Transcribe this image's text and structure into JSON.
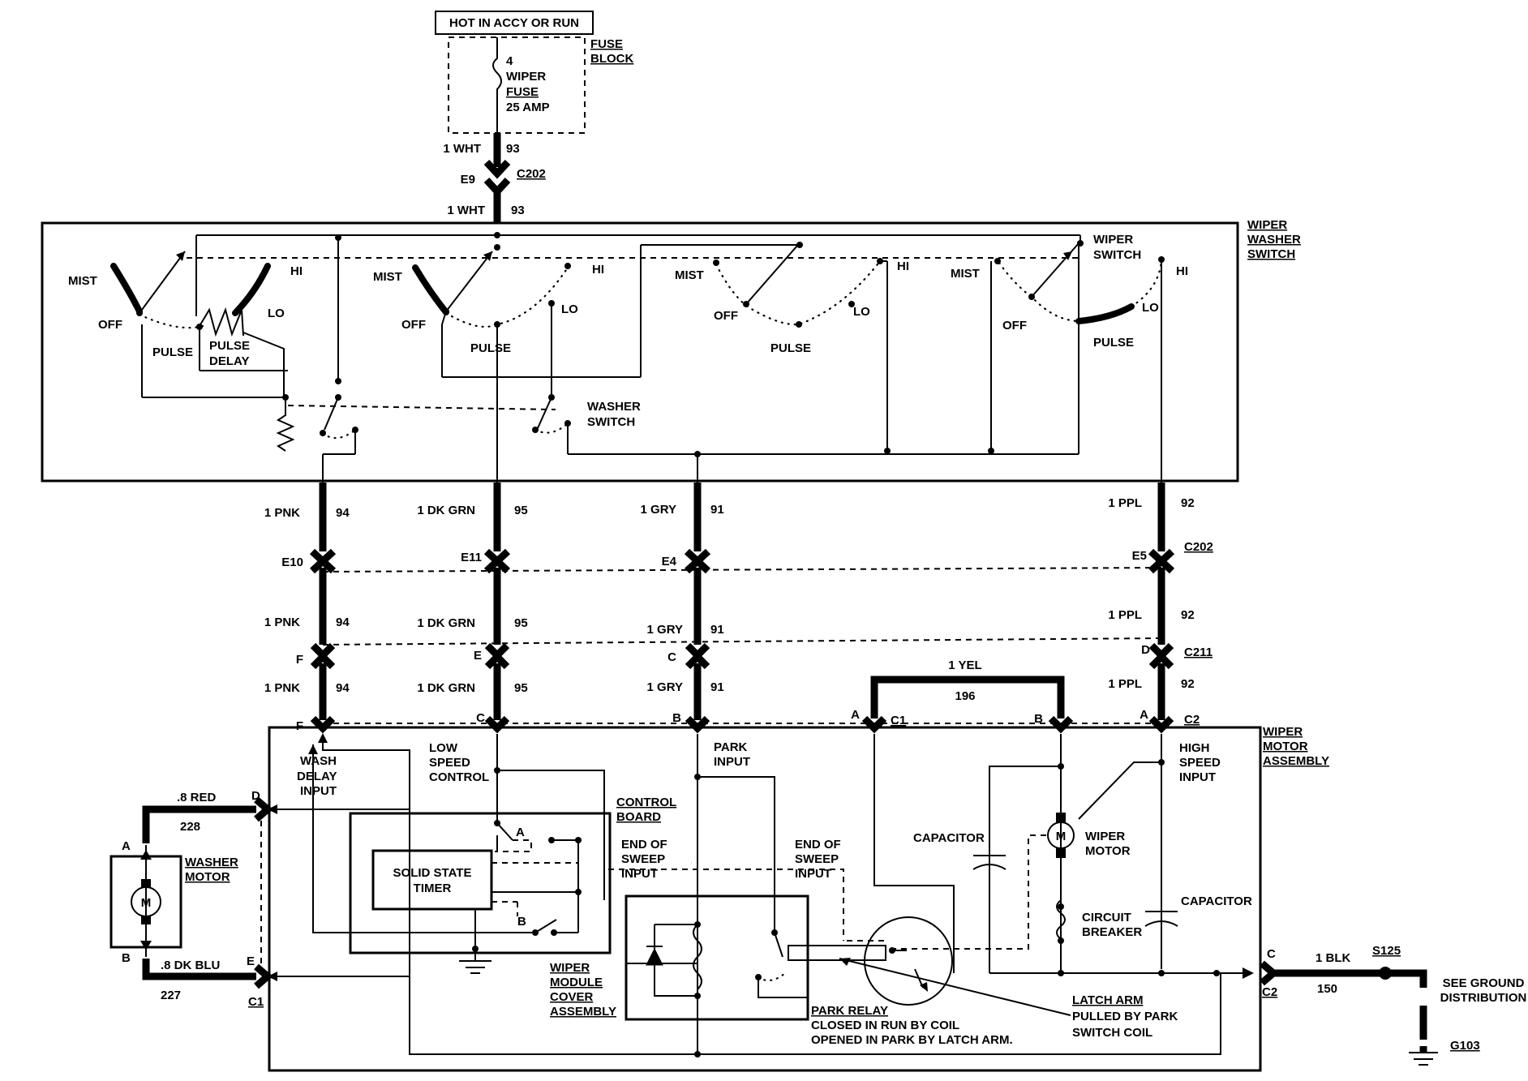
{
  "labels": {
    "hot": "HOT IN ACCY OR RUN",
    "fuse_block_1": "FUSE",
    "fuse_block_2": "BLOCK",
    "fuse_4": "4",
    "fuse_wiper": "WIPER",
    "fuse_fuse": "FUSE",
    "fuse_amp": "25 AMP",
    "w93_top_a": "1 WHT",
    "w93_top_b": "93",
    "e9": "E9",
    "c202_top": "C202",
    "w93_bot_a": "1 WHT",
    "w93_bot_b": "93",
    "wws_1": "WIPER",
    "wws_2": "WASHER",
    "wws_3": "SWITCH",
    "mist1": "MIST",
    "hi1": "HI",
    "off1": "OFF",
    "lo1": "LO",
    "pulse1": "PULSE",
    "pd1": "PULSE",
    "pd2": "DELAY",
    "mist2": "MIST",
    "hi2": "HI",
    "off2": "OFF",
    "lo2": "LO",
    "pulse2": "PULSE",
    "mist3": "MIST",
    "hi3": "HI",
    "off3": "OFF",
    "lo3": "LO",
    "pulse3": "PULSE",
    "mist4": "MIST",
    "hi4": "HI",
    "off4": "OFF",
    "lo4": "LO",
    "pulse4": "PULSE",
    "wiper_switch_1": "WIPER",
    "wiper_switch_2": "SWITCH",
    "washer_switch_1": "WASHER",
    "washer_switch_2": "SWITCH",
    "pnk1": "1 PNK",
    "n94a": "94",
    "dkgrn1": "1 DK GRN",
    "n95a": "95",
    "gry1": "1 GRY",
    "n91a": "91",
    "ppl1": "1 PPL",
    "n92a": "92",
    "e10": "E10",
    "e11": "E11",
    "e4": "E4",
    "e5": "E5",
    "c202_mid": "C202",
    "pnk2": "1 PNK",
    "n94b": "94",
    "dkgrn2": "1 DK GRN",
    "n95b": "95",
    "gry2": "1 GRY",
    "n91b": "91",
    "ppl2": "1 PPL",
    "n92b": "92",
    "cf": "F",
    "ce": "E",
    "cc": "C",
    "cd": "D",
    "c211": "C211",
    "pnk3": "1 PNK",
    "n94c": "94",
    "dkgrn3": "1 DK GRN",
    "n95c": "95",
    "gry3": "1 GRY",
    "n91c": "91",
    "ppl3": "1 PPL",
    "n92c": "92",
    "yel": "1 YEL",
    "n196": "196",
    "c2_f": "F",
    "c2_c": "C",
    "c2_b": "B",
    "c1_a": "A",
    "c1": "C1",
    "c1_b": "B",
    "c2_a": "A",
    "c2": "C2",
    "wma_1": "WIPER",
    "wma_2": "MOTOR",
    "wma_3": "ASSEMBLY",
    "wash_1": "WASH",
    "wash_2": "DELAY",
    "wash_3": "INPUT",
    "low_1": "LOW",
    "low_2": "SPEED",
    "low_3": "CONTROL",
    "park_1": "PARK",
    "park_2": "INPUT",
    "high_1": "HIGH",
    "high_2": "SPEED",
    "high_3": "INPUT",
    "cb_1": "CONTROL",
    "cb_2": "BOARD",
    "eos1_1": "END OF",
    "eos1_2": "SWEEP",
    "eos1_3": "INPUT",
    "eos2_1": "END OF",
    "eos2_2": "SWEEP",
    "eos2_3": "INPUT",
    "capacitor1": "CAPACITOR",
    "capacitor2": "CAPACITOR",
    "wiper_motor_1": "WIPER",
    "wiper_motor_2": "MOTOR",
    "cbk_1": "CIRCUIT",
    "cbk_2": "BREAKER",
    "sst_1": "SOLID STATE",
    "sst_2": "TIMER",
    "ra": "A",
    "rb": "B",
    "red": ".8 RED",
    "n228": "228",
    "wd": "D",
    "wa": "A",
    "washer_motor_1": "WASHER",
    "washer_motor_2": "MOTOR",
    "wb": "B",
    "dkblu": ".8 DK BLU",
    "we": "E",
    "n227": "227",
    "wc1": "C1",
    "wmc_1": "WIPER",
    "wmc_2": "MODULE",
    "wmc_3": "COVER",
    "wmc_4": "ASSEMBLY",
    "pr_1": "PARK RELAY",
    "pr_2": "CLOSED IN RUN BY COIL",
    "pr_3": "OPENED IN PARK BY LATCH ARM.",
    "la_1": "LATCH ARM",
    "la_2": "PULLED BY PARK",
    "la_3": "SWITCH COIL",
    "gc": "C",
    "gc2": "C2",
    "blk": "1 BLK",
    "n150": "150",
    "s125": "S125",
    "sgd_1": "SEE GROUND",
    "sgd_2": "DISTRIBUTION",
    "g103": "G103",
    "m1": "M",
    "m2": "M"
  }
}
